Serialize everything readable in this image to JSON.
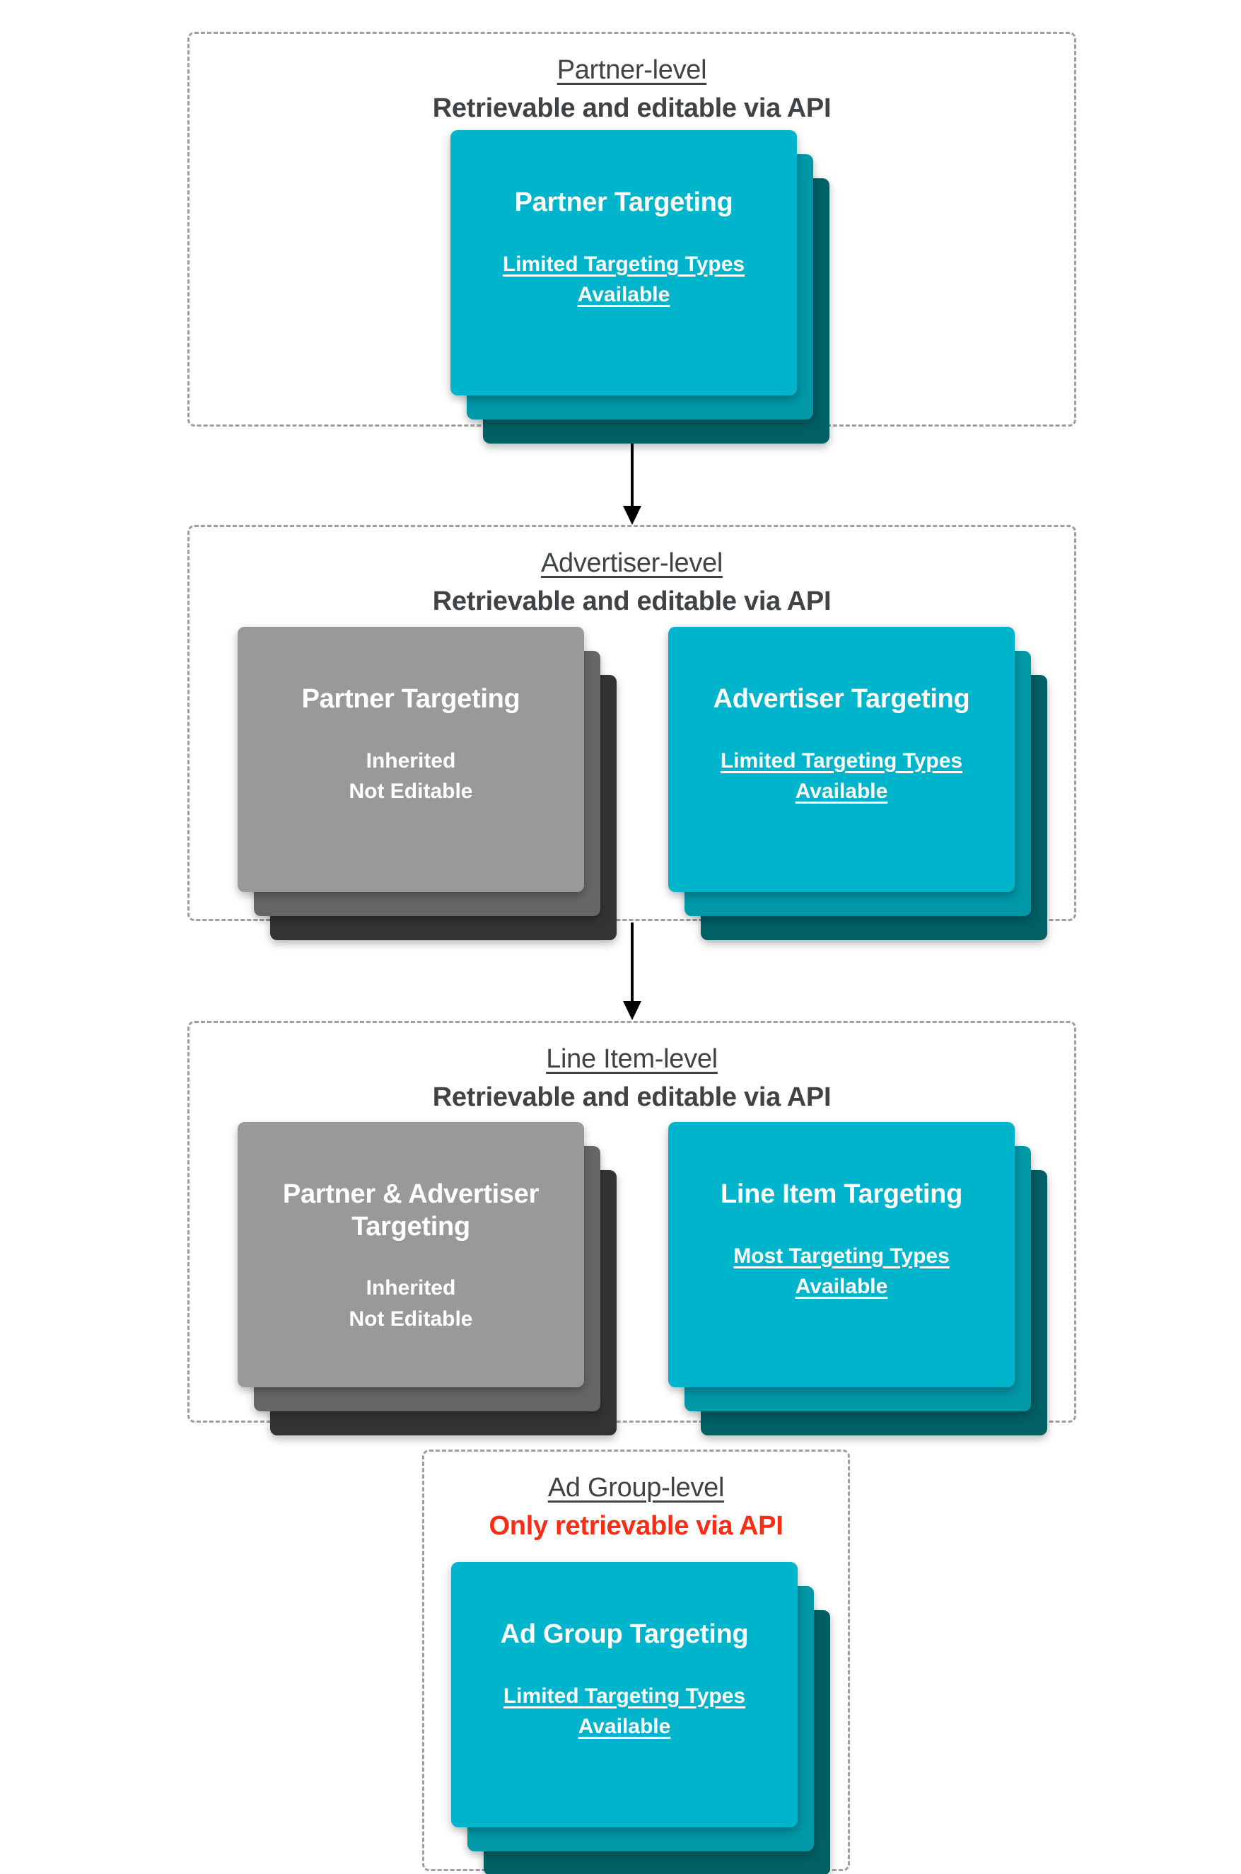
{
  "colors": {
    "teal-front": "#00b4cb",
    "teal-mid": "#0097a7",
    "teal-back": "#006064",
    "gray-front": "#999999",
    "gray-mid": "#666666",
    "gray-back": "#333333",
    "heading-text": "#3f4346",
    "alert-red": "#fb2b14",
    "card-text": "#ffffff",
    "border-gray": "#9e9e9e",
    "arrow-black": "#000000"
  },
  "sections": {
    "partner": {
      "title": "Partner-level",
      "subtitle": "Retrievable and editable via API",
      "card": {
        "heading": "Partner Targeting",
        "body": "Limited Targeting Types Available"
      }
    },
    "advertiser": {
      "title": "Advertiser-level",
      "subtitle": "Retrievable and editable via API",
      "inherited_card": {
        "heading": "Partner Targeting",
        "body_line1": "Inherited",
        "body_line2": "Not Editable"
      },
      "editable_card": {
        "heading": "Advertiser Targeting",
        "body": "Limited Targeting Types Available"
      }
    },
    "line_item": {
      "title": "Line Item-level",
      "subtitle": "Retrievable and editable via API",
      "inherited_card": {
        "heading": "Partner & Advertiser Targeting",
        "body_line1": "Inherited",
        "body_line2": "Not Editable"
      },
      "editable_card": {
        "heading": "Line Item Targeting",
        "body": "Most Targeting Types Available"
      }
    },
    "ad_group": {
      "title": "Ad Group-level",
      "subtitle": "Only retrievable via API",
      "card": {
        "heading": "Ad Group Targeting",
        "body": "Limited Targeting Types Available"
      }
    }
  }
}
